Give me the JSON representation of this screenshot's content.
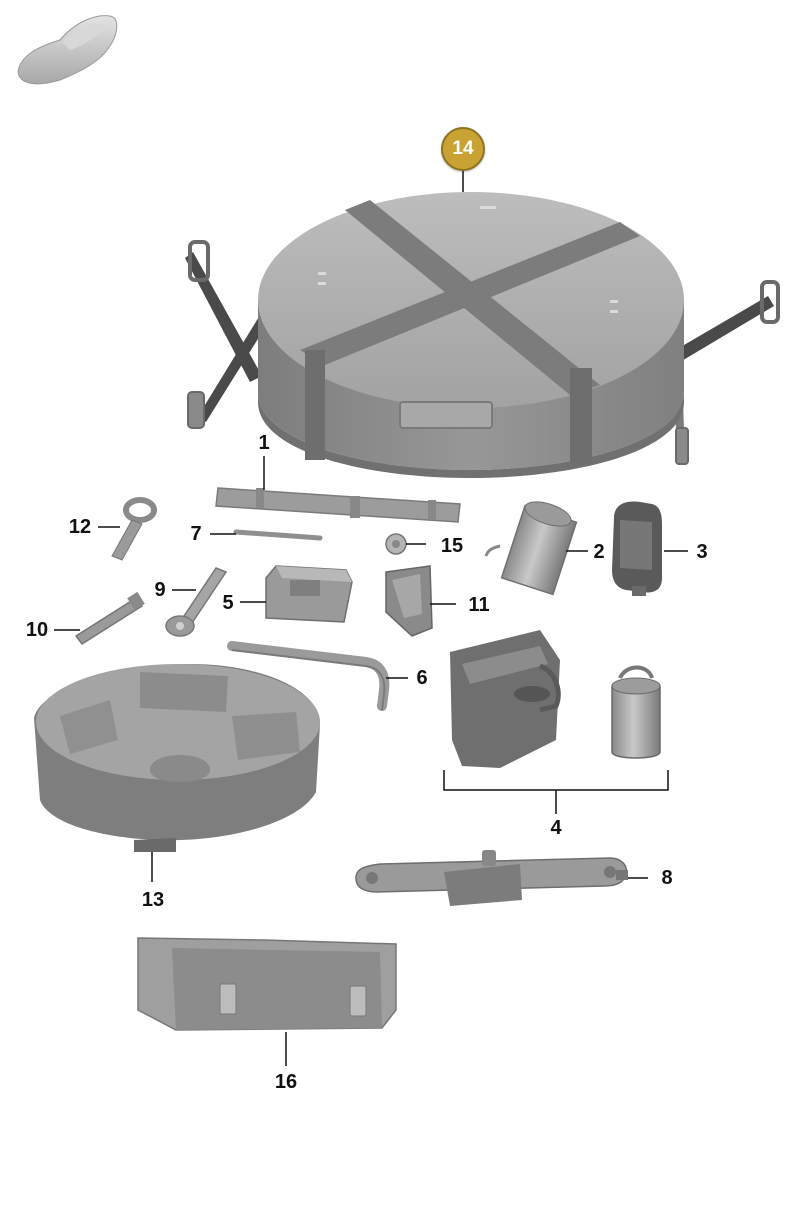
{
  "callouts": {
    "p1": "1",
    "p2": "2",
    "p3": "3",
    "p4": "4",
    "p5": "5",
    "p6": "6",
    "p7": "7",
    "p8": "8",
    "p9": "9",
    "p10": "10",
    "p11": "11",
    "p12": "12",
    "p13": "13",
    "p14": "14",
    "p15": "15",
    "p16": "16"
  },
  "colors": {
    "highlight_badge": "#c8a233",
    "part_body": "#8f8f8f",
    "part_dark": "#6a6a6a",
    "leader_line": "#111111"
  },
  "icons": {
    "car_thumbnail": "car-silhouette-icon"
  }
}
